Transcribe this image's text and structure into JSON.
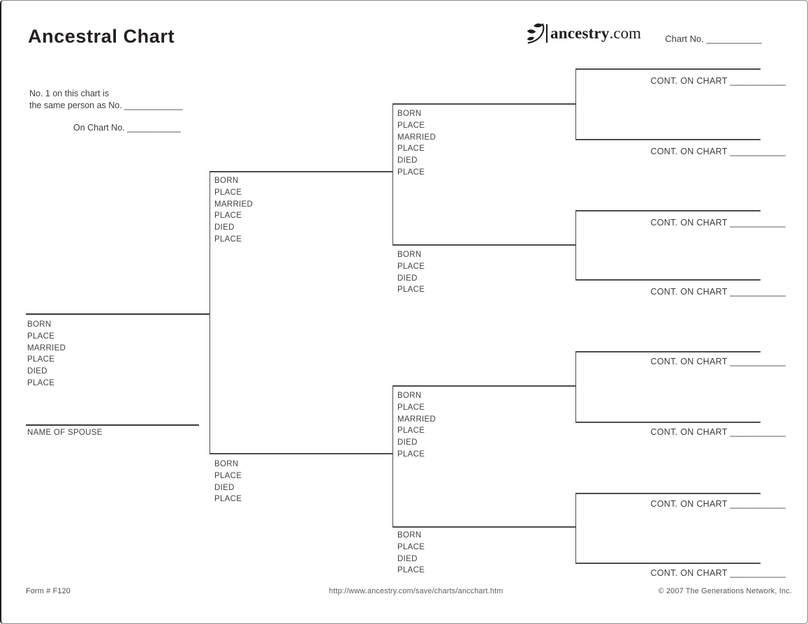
{
  "header": {
    "title": "Ancestral Chart",
    "brand": {
      "icon": "ancestry-leaf",
      "name": "ancestry",
      "suffix": ".com"
    },
    "chart_no": "Chart No. ___________"
  },
  "intro": {
    "line1": "No. 1 on this chart is",
    "line2": "the same person as No. ____________",
    "line3": "On Chart No. ___________"
  },
  "persons": {
    "person1": {
      "labels": [
        "BORN",
        "PLACE",
        "MARRIED",
        "PLACE",
        "DIED",
        "PLACE"
      ]
    },
    "spouse": {
      "label": "NAME OF SPOUSE"
    },
    "father": {
      "labels": [
        "BORN",
        "PLACE",
        "MARRIED",
        "PLACE",
        "DIED",
        "PLACE"
      ]
    },
    "mother": {
      "labels": [
        "BORN",
        "PLACE",
        "DIED",
        "PLACE"
      ]
    },
    "paternal_grandfather": {
      "labels": [
        "BORN",
        "PLACE",
        "MARRIED",
        "PLACE",
        "DIED",
        "PLACE"
      ]
    },
    "paternal_grandmother": {
      "labels": [
        "BORN",
        "PLACE",
        "DIED",
        "PLACE"
      ]
    },
    "maternal_grandfather": {
      "labels": [
        "BORN",
        "PLACE",
        "MARRIED",
        "PLACE",
        "DIED",
        "PLACE"
      ]
    },
    "maternal_grandmother": {
      "labels": [
        "BORN",
        "PLACE",
        "DIED",
        "PLACE"
      ]
    }
  },
  "continuation": {
    "label": "CONT. ON CHART ___________"
  },
  "footer": {
    "form_number": "Form # F120",
    "url": "http://www.ancestry.com/save/charts/ancchart.htm",
    "copyright": "© 2007 The Generations Network, Inc."
  },
  "colors": {
    "line": "#4c4c4c",
    "text": "#414141",
    "title": "#231f20"
  }
}
